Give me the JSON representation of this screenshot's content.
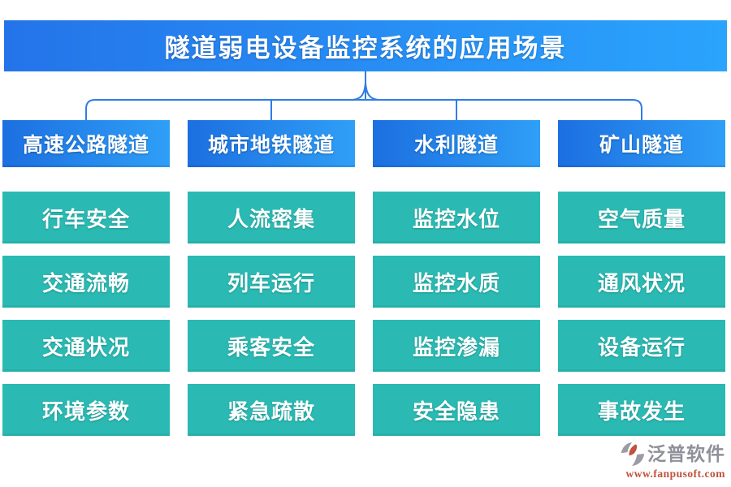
{
  "title": "隧道弱电设备监控系统的应用场景",
  "columns": [
    {
      "header": "高速公路隧道",
      "items": [
        "行车安全",
        "交通流畅",
        "交通状况",
        "环境参数"
      ]
    },
    {
      "header": "城市地铁隧道",
      "items": [
        "人流密集",
        "列车运行",
        "乘客安全",
        "紧急疏散"
      ]
    },
    {
      "header": "水利隧道",
      "items": [
        "监控水位",
        "监控水质",
        "监控渗漏",
        "安全隐患"
      ]
    },
    {
      "header": "矿山隧道",
      "items": [
        "空气质量",
        "通风状况",
        "设备运行",
        "事故发生"
      ]
    }
  ],
  "footer": {
    "brand": "泛普软件",
    "url": "www.fanpusoft.com"
  },
  "colors": {
    "banner_gradient_left": "#2474e9",
    "banner_gradient_right": "#2aa4fd",
    "header_gradient_left": "#1c6fe0",
    "header_gradient_right": "#2f9ff7",
    "item_teal": "#2abab3",
    "connector_blue": "#2f7de4",
    "brand_gray": "#8f909a",
    "url_orange": "#c0523c",
    "logo_gray": "#9a9ba5"
  }
}
